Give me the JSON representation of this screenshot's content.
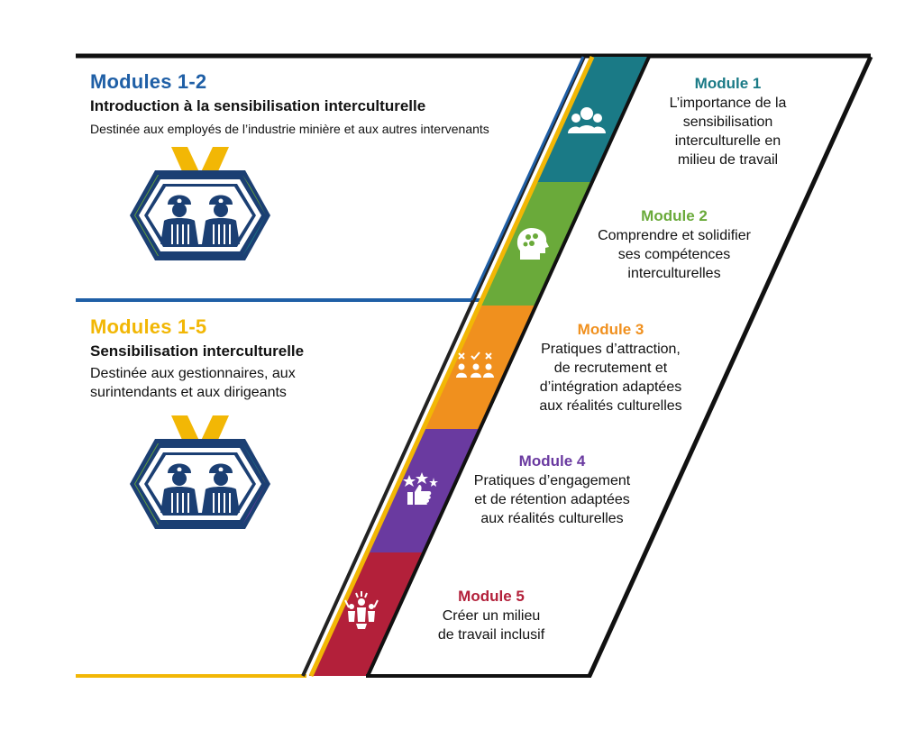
{
  "groups": [
    {
      "title": "Modules 1-2",
      "subtitle": "Introduction à la sensibilisation interculturelle",
      "description": "Destinée aux employés de l’industrie minière et aux autres intervenants",
      "title_color": "#1f5fa6"
    },
    {
      "title": "Modules 1-5",
      "subtitle": "Sensibilisation interculturelle",
      "description": "Destinée aux gestionnaires, aux surintendants et aux dirigeants",
      "title_color": "#f2b705"
    }
  ],
  "modules": [
    {
      "title": "Module 1",
      "text": [
        "L’importance de la",
        "sensibilisation",
        "interculturelle en",
        "milieu de travail"
      ],
      "color": "#1a7a86",
      "icon": "people-group-icon"
    },
    {
      "title": "Module 2",
      "text": [
        "Comprendre et solidifier",
        "ses compétences",
        "interculturelles"
      ],
      "color": "#6aaa3a",
      "icon": "brain-head-icon"
    },
    {
      "title": "Module 3",
      "text": [
        "Pratiques d’attraction,",
        "de recrutement et",
        "d’intégration adaptées",
        "aux réalités culturelles"
      ],
      "color": "#f0901e",
      "icon": "candidate-selection-icon"
    },
    {
      "title": "Module 4",
      "text": [
        "Pratiques d’engagement",
        "et de rétention adaptées",
        "aux réalités culturelles"
      ],
      "color": "#6a3aa0",
      "icon": "thumbs-up-stars-icon"
    },
    {
      "title": "Module 5",
      "text": [
        "Créer un milieu",
        "de travail inclusif"
      ],
      "color": "#b3203a",
      "icon": "inclusive-team-icon"
    }
  ],
  "badges": [
    "miners-badge-icon",
    "miners-badge-icon"
  ]
}
